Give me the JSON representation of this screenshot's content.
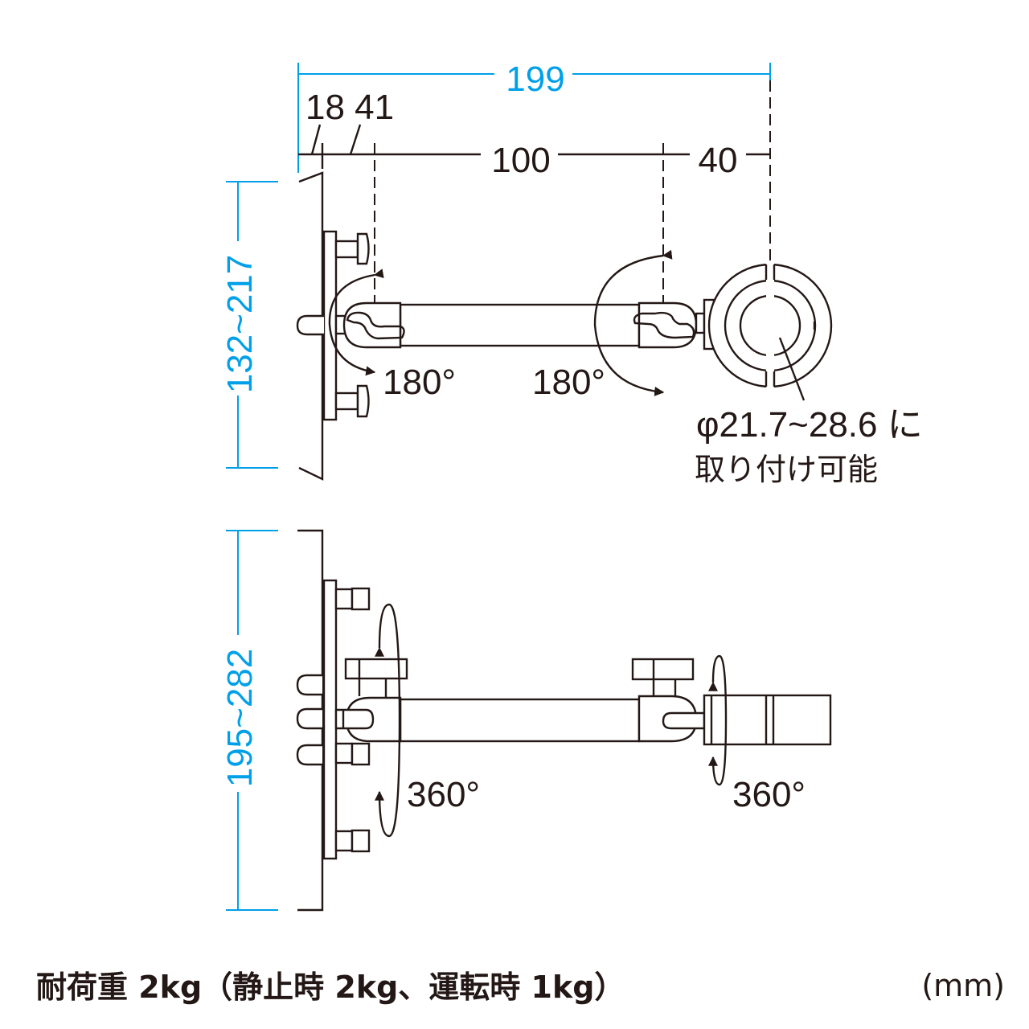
{
  "colors": {
    "line": "#231815",
    "dimension": "#00a0e9"
  },
  "top_view": {
    "overall_width": "199",
    "offset_labels": "18  41",
    "arm_length": "100",
    "clamp_offset": "40",
    "height_range": "132~217",
    "rotation_left": "180°",
    "rotation_right": "180°",
    "pipe_diameter": "φ21.7~28.6 に",
    "pipe_note": "取り付け可能"
  },
  "bottom_view": {
    "height_range": "195~282",
    "rotation_left": "360°",
    "rotation_right": "360°"
  },
  "footer": {
    "load_capacity": "耐荷重 2kg（静止時 2kg、運転時 1kg）",
    "unit": "(mm)"
  }
}
